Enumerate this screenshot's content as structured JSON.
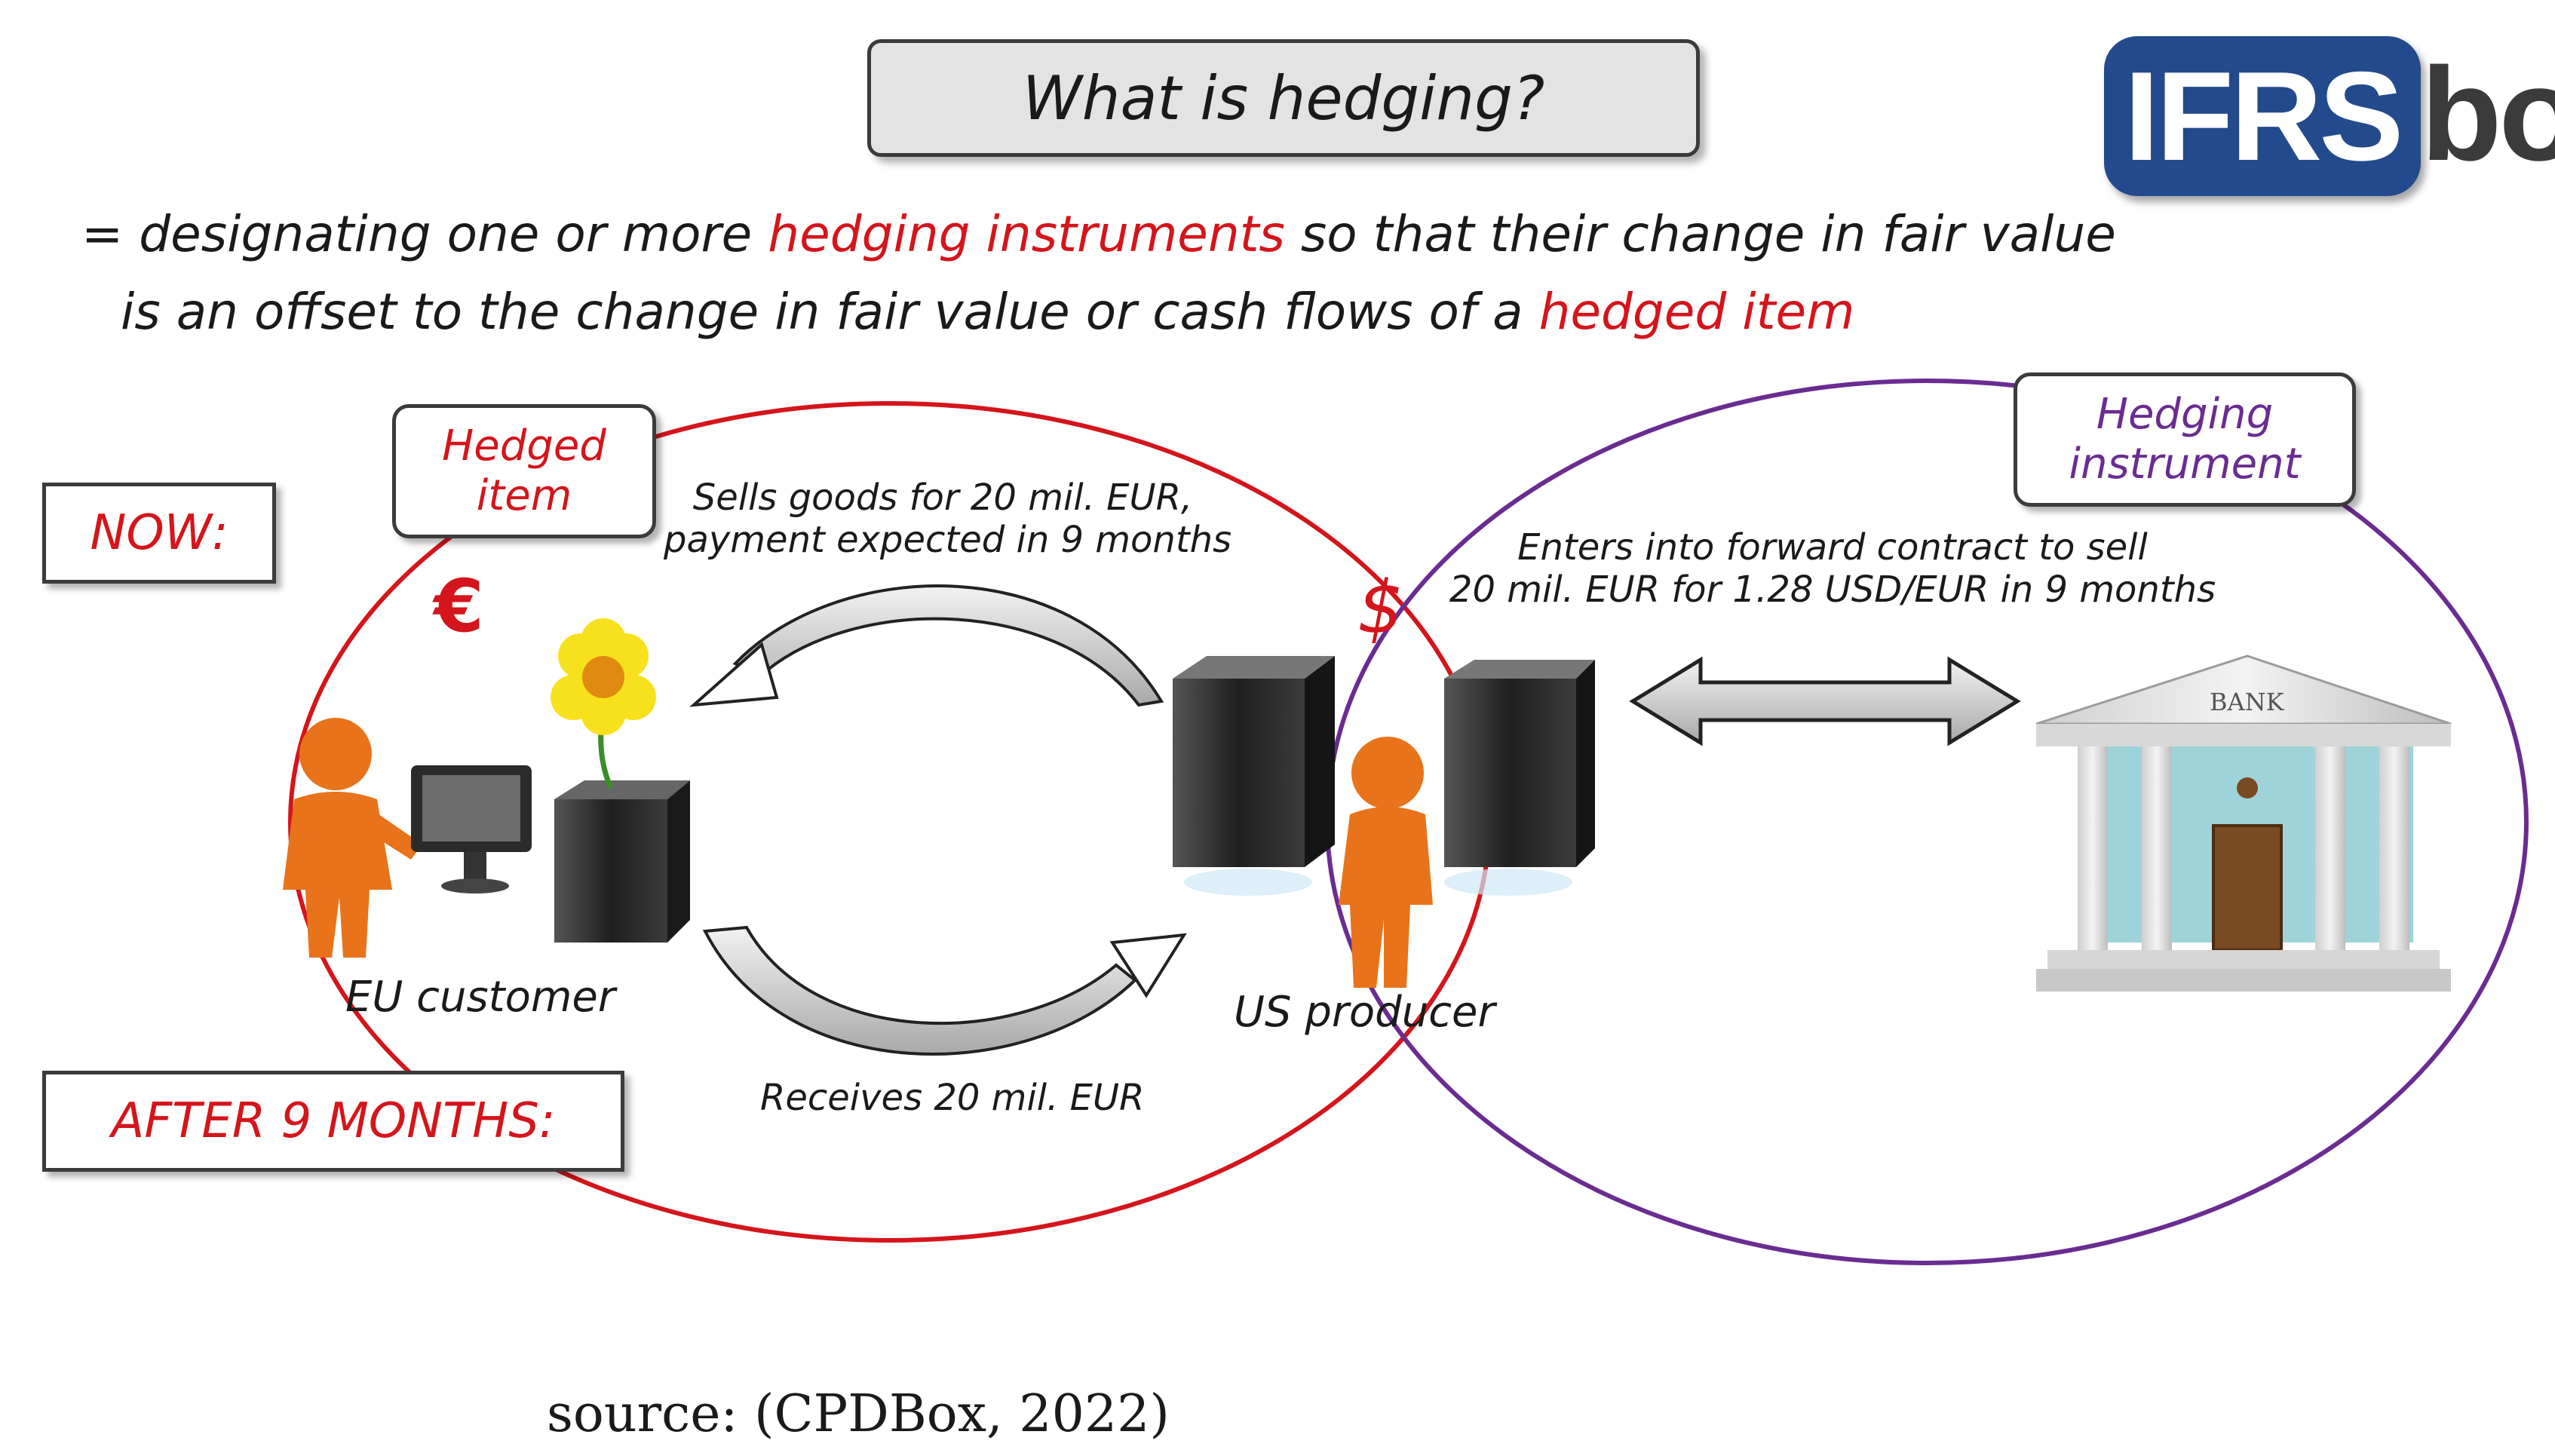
{
  "title": "What is hedging?",
  "logo": {
    "text_main": "IFRS",
    "text_suffix": "box"
  },
  "definition": {
    "line1_prefix": "= designating one or more ",
    "line1_highlight": "hedging instruments",
    "line1_suffix": " so that their change in fair value",
    "line2_prefix": "is an offset to the change in fair value or cash flows of a ",
    "line2_highlight": "hedged item"
  },
  "labels": {
    "hedged_item": "Hedged item",
    "hedging_instrument": "Hedging instrument",
    "now": "NOW:",
    "after": "AFTER 9 MONTHS:"
  },
  "captions": {
    "sells": "Sells goods for 20 mil. EUR,",
    "payment": "payment expected in 9 months",
    "enters": "Enters into forward contract to sell",
    "forward": "20 mil. EUR for 1.28 USD/EUR in 9 months",
    "receives": "Receives 20 mil. EUR",
    "eu_customer": "EU customer",
    "us_producer": "US producer",
    "bank": "BANK"
  },
  "symbols": {
    "euro": "€",
    "dollar": "$"
  },
  "source": "source: (CPDBox, 2022)",
  "colors": {
    "highlight_red": "#d4151b",
    "hedged_circle": "#d4151b",
    "instrument_circle": "#6a2c91",
    "figure_orange": "#e8731a",
    "logo_blue": "#234a8c"
  }
}
